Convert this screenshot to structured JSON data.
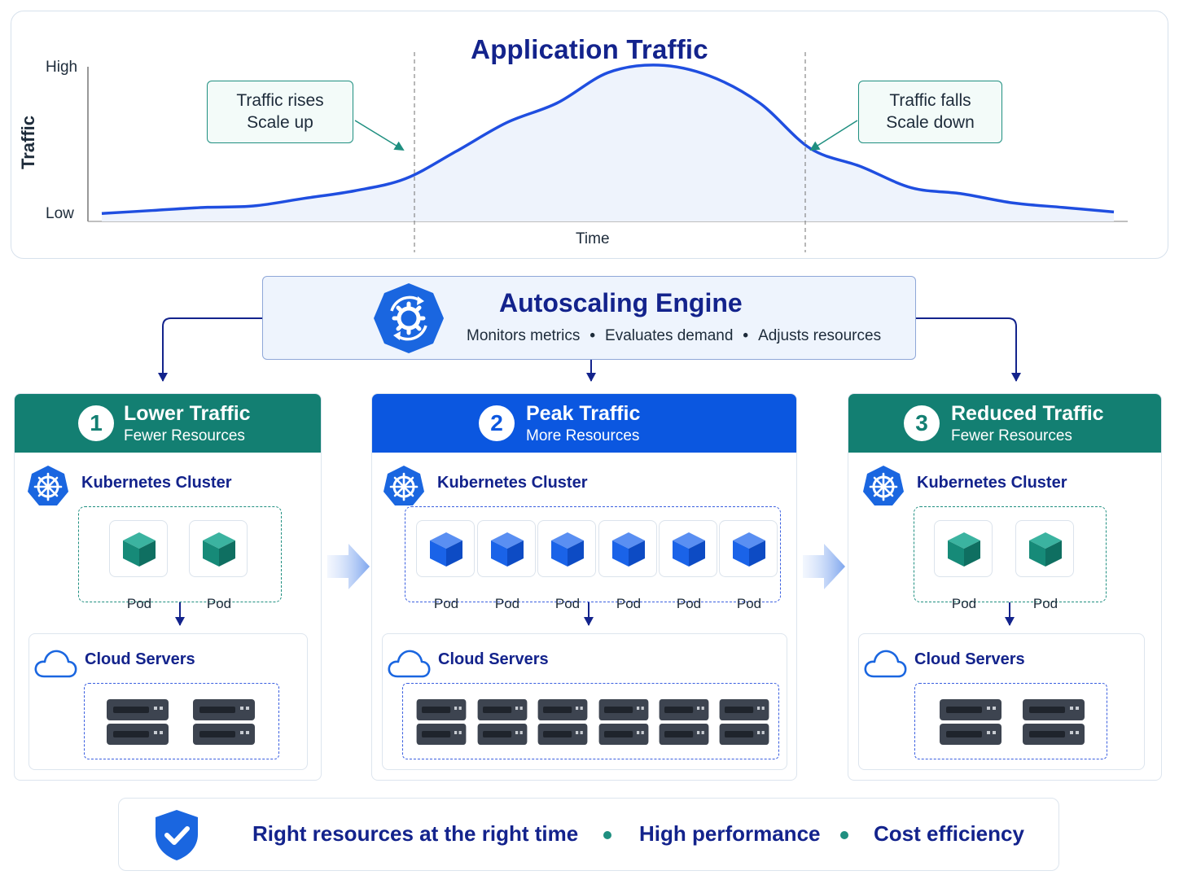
{
  "chart": {
    "title": "Application Traffic",
    "y_axis_title": "Traffic",
    "y_high": "High",
    "y_low": "Low",
    "x_axis_title": "Time",
    "callout_rise": {
      "line1": "Traffic rises",
      "line2": "Scale up"
    },
    "callout_fall": {
      "line1": "Traffic falls",
      "line2": "Scale down"
    }
  },
  "chart_data": {
    "type": "area",
    "title": "Application Traffic",
    "xlabel": "Time",
    "ylabel": "Traffic",
    "y_ticks": [
      "Low",
      "High"
    ],
    "series": [
      {
        "x": [
          0,
          0.05,
          0.1,
          0.15,
          0.2,
          0.25,
          0.3,
          0.35,
          0.4,
          0.45,
          0.5,
          0.55,
          0.6,
          0.65,
          0.7,
          0.75,
          0.8,
          0.85,
          0.9,
          0.95,
          1
        ],
        "values": [
          0.02,
          0.04,
          0.06,
          0.07,
          0.12,
          0.17,
          0.25,
          0.43,
          0.62,
          0.75,
          0.95,
          1.0,
          0.93,
          0.75,
          0.45,
          0.33,
          0.19,
          0.15,
          0.09,
          0.06,
          0.03
        ]
      }
    ],
    "annotations": [
      "Traffic rises Scale up",
      "Traffic falls Scale down"
    ],
    "colors": {
      "line": "#1f4ee0",
      "fill": "#eef3fc"
    }
  },
  "engine": {
    "title": "Autoscaling Engine",
    "items": [
      "Monitors metrics",
      "Evaluates demand",
      "Adjusts resources"
    ],
    "icon": "gear-cycle-icon",
    "color": "#1a66e0"
  },
  "stages": [
    {
      "num": "1",
      "title": "Lower Traffic",
      "subtitle": "Fewer Resources",
      "color": "#137f72",
      "cluster_label": "Kubernetes Cluster",
      "pods": [
        "Pod",
        "Pod"
      ],
      "cloud_label": "Cloud Servers",
      "servers": 2
    },
    {
      "num": "2",
      "title": "Peak Traffic",
      "subtitle": "More Resources",
      "color": "#0b57e0",
      "cluster_label": "Kubernetes Cluster",
      "pods": [
        "Pod",
        "Pod",
        "Pod",
        "Pod",
        "Pod",
        "Pod"
      ],
      "cloud_label": "Cloud Servers",
      "servers": 6
    },
    {
      "num": "3",
      "title": "Reduced Traffic",
      "subtitle": "Fewer Resources",
      "color": "#137f72",
      "cluster_label": "Kubernetes Cluster",
      "pods": [
        "Pod",
        "Pod"
      ],
      "cloud_label": "Cloud Servers",
      "servers": 2
    }
  ],
  "benefits": {
    "items": [
      "Right resources at the right time",
      "High performance",
      "Cost efficiency"
    ],
    "icon": "shield-check-icon"
  }
}
